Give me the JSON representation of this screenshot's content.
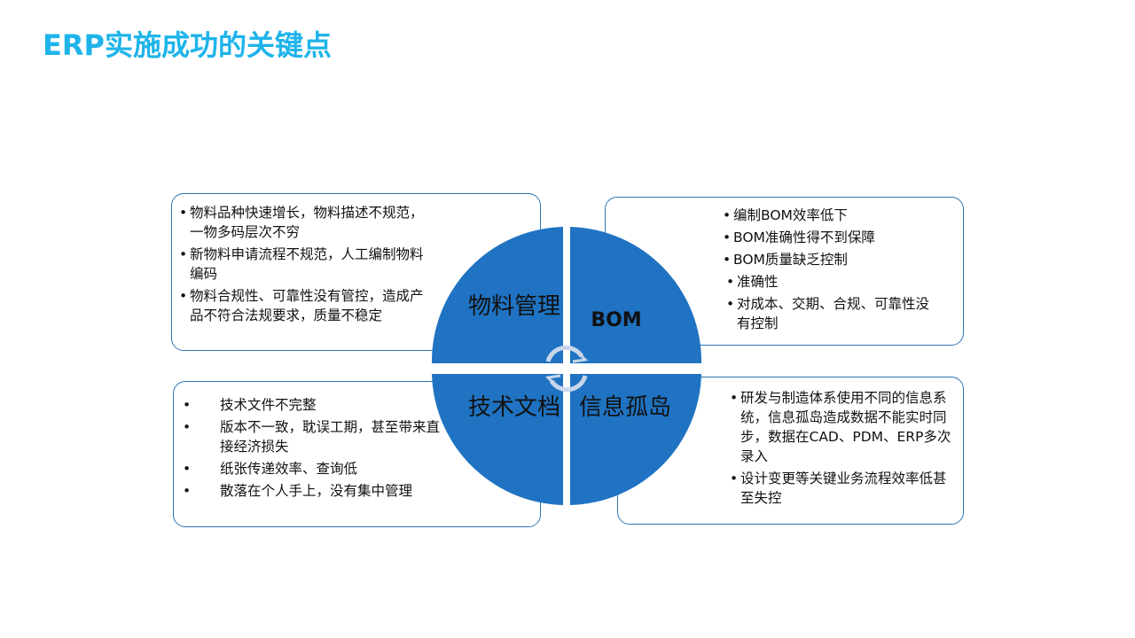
{
  "title": "ERP实施成功的关键点",
  "quadrants": {
    "top_left": "物料管理",
    "top_right": "BOM",
    "bottom_left": "技术文档",
    "bottom_right": "信息孤岛"
  },
  "boxes": {
    "top_left": [
      "物料品种快速增长，物料描述不规范，一物多码层次不穷",
      "新物料申请流程不规范，人工编制物料编码",
      "物料合规性、可靠性没有管控，造成产品不符合法规要求，质量不稳定"
    ],
    "top_right": [
      "编制BOM效率低下",
      "BOM准确性得不到保障",
      "BOM质量缺乏控制",
      "准确性",
      "对成本、交期、合规、可靠性没有控制"
    ],
    "bottom_left": [
      "技术文件不完整",
      "版本不一致，耽误工期，甚至带来直接经济损失",
      "纸张传递效率、查询低",
      "散落在个人手上，没有集中管理"
    ],
    "bottom_right": [
      "研发与制造体系使用不同的信息系统，信息孤岛造成数据不能实时同步，数据在CAD、PDM、ERP多次录入",
      "设计变更等关键业务流程效率低甚至失控"
    ]
  },
  "colors": {
    "title": "#1eb4ea",
    "quadrant": "#1f73c2",
    "border": "#2e75b6"
  }
}
